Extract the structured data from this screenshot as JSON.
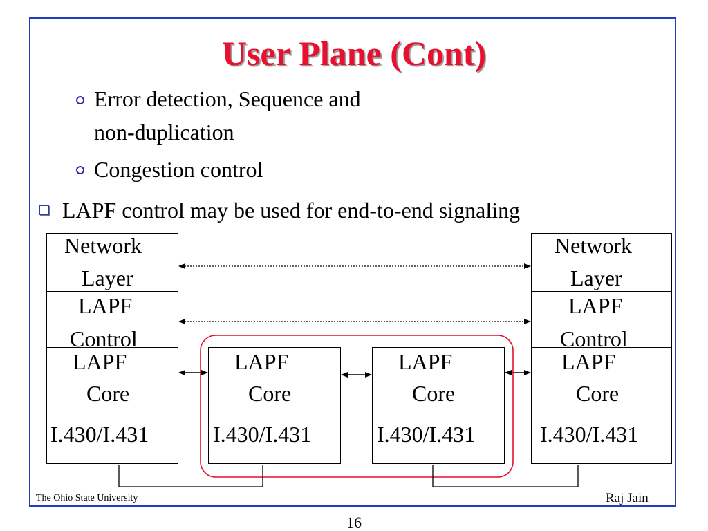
{
  "slide": {
    "title": "User Plane (Cont)",
    "bullets": [
      {
        "level": 2,
        "lines": [
          "Error detection, Sequence and",
          "non-duplication"
        ]
      },
      {
        "level": 2,
        "lines": [
          "Congestion control"
        ]
      },
      {
        "level": 1,
        "lines": [
          "LAPF control may be used for end-to-end signaling"
        ]
      }
    ],
    "footer_left": "The Ohio State University",
    "footer_right": "Raj Jain",
    "page_number": "16",
    "accent_color": "#e8102e",
    "frame_color": "#1f3fbf"
  },
  "diagram": {
    "left_stack": {
      "network": [
        "Network",
        "Layer"
      ],
      "lapf_control": [
        "LAPF",
        "Control"
      ],
      "lapf_core": [
        "LAPF",
        "Core"
      ],
      "physical": "I.430/I.431"
    },
    "middle_left": {
      "lapf_core": [
        "LAPF",
        "Core"
      ],
      "physical": "I.430/I.431"
    },
    "middle_right": {
      "lapf_core": [
        "LAPF",
        "Core"
      ],
      "physical": "I.430/I.431"
    },
    "right_stack": {
      "network": [
        "Network",
        "Layer"
      ],
      "lapf_control": [
        "LAPF",
        "Control"
      ],
      "lapf_core": [
        "LAPF",
        "Core"
      ],
      "physical": "I.430/I.431"
    }
  }
}
